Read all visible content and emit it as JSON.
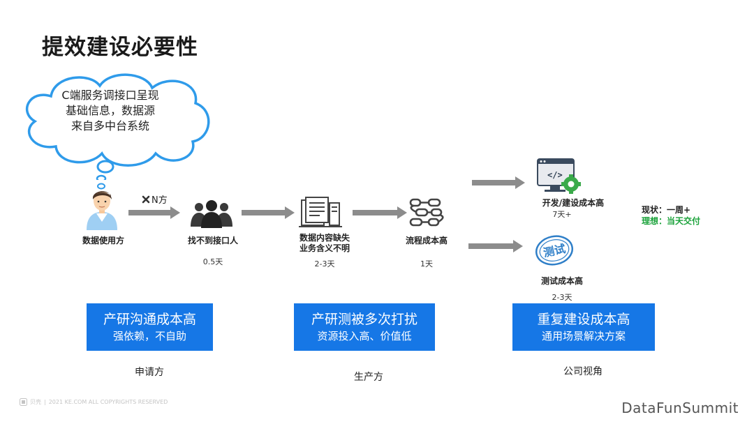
{
  "title": "提效建设必要性",
  "cloud": {
    "line1": "C端服务调接口呈现",
    "line2": "基础信息，数据源",
    "line3": "来自多中台系统"
  },
  "flow": {
    "user_label": "数据使用方",
    "n_label": "N方",
    "step1": {
      "label": "找不到接口人",
      "time": "0.5天"
    },
    "step2": {
      "label_line1": "数据内容缺失",
      "label_line2": "业务含义不明",
      "time": "2-3天"
    },
    "step3": {
      "label": "流程成本高",
      "time": "1天"
    },
    "dev": {
      "label": "开发/建设成本高",
      "time": "7天+",
      "code_glyph": "</>"
    },
    "test": {
      "label": "测试成本高",
      "time": "2-3天",
      "stamp_text": "测试"
    }
  },
  "status": {
    "current": "现状：一周+",
    "ideal": "理想：当天交付"
  },
  "boxes": [
    {
      "line1": "产研沟通成本高",
      "line2": "强依赖，不自助",
      "group": "申请方"
    },
    {
      "line1": "产研测被多次打扰",
      "line2": "资源投入高、价值低",
      "group": "生产方"
    },
    {
      "line1": "重复建设成本高",
      "line2": "通用场景解决方案",
      "group": "公司视角"
    }
  ],
  "footer": {
    "logo_text": "贝壳",
    "copyright": "2021 KE.COM ALL COPYRIGHTS  RESERVED",
    "brand": "DataFunSummit"
  },
  "colors": {
    "accent_blue": "#1677e6",
    "cloud_stroke": "#2f9bea",
    "arrow_gray": "#8c8c8c",
    "ideal_green": "#1aa23a"
  },
  "icons": [
    "cloud-icon",
    "user-avatar-icon",
    "close-x-icon",
    "people-group-icon",
    "document-stack-icon",
    "process-chain-icon",
    "code-monitor-gear-icon",
    "test-stamp-icon"
  ]
}
